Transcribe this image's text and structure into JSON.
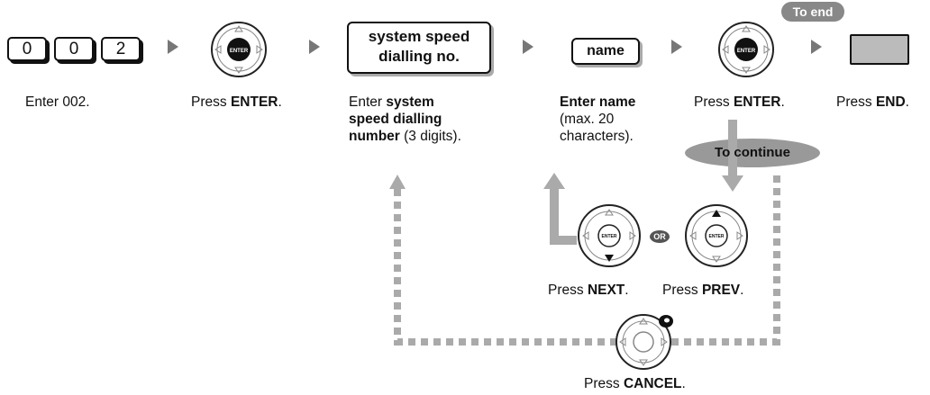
{
  "keys": [
    "0",
    "0",
    "2"
  ],
  "steps": {
    "enter_code": {
      "pre": "Enter 002.",
      "bold": "",
      "post": ""
    },
    "press_enter_1": {
      "pre": "Press ",
      "bold": "ENTER",
      "post": "."
    },
    "enter_number": {
      "pre": "Enter ",
      "bold1": "system",
      "line2_bold": "speed dialling",
      "line3_bold": "number",
      "line3_post": " (3 digits)."
    },
    "enter_name": {
      "bold": "Enter name",
      "line2": "(max. 20",
      "line3": "characters)."
    },
    "press_enter_2": {
      "pre": "Press ",
      "bold": "ENTER",
      "post": "."
    },
    "press_end": {
      "pre": "Press ",
      "bold": "END",
      "post": "."
    },
    "press_next": {
      "pre": "Press ",
      "bold": "NEXT",
      "post": "."
    },
    "press_prev": {
      "pre": "Press ",
      "bold": "PREV",
      "post": "."
    },
    "press_cancel": {
      "pre": "Press ",
      "bold": "CANCEL",
      "post": "."
    }
  },
  "boxes": {
    "speed_dial_line1": "system speed",
    "speed_dial_line2": "dialling no.",
    "name": "name"
  },
  "pills": {
    "to_end": "To end",
    "to_continue": "To continue",
    "or": "OR"
  },
  "button_text": "ENTER",
  "colors": {
    "pill": "#888888",
    "dashed_line": "#aaaaaa",
    "arrow": "#777777",
    "end_button": "#bbbbbb"
  }
}
